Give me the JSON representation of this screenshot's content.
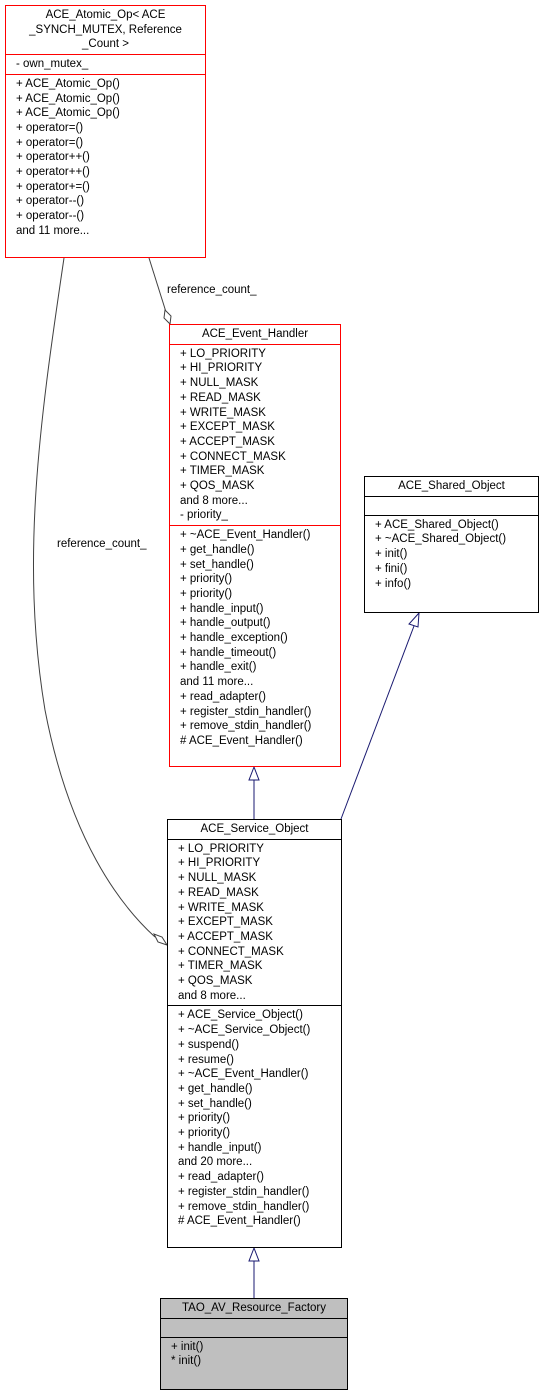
{
  "classes": {
    "atomic_op": {
      "title": [
        "ACE_Atomic_Op< ACE",
        "_SYNCH_MUTEX, Reference",
        "_Count >"
      ],
      "attributes": [
        "- own_mutex_"
      ],
      "methods": [
        "+ ACE_Atomic_Op()",
        "+ ACE_Atomic_Op()",
        "+ ACE_Atomic_Op()",
        "+ operator=()",
        "+ operator=()",
        "+ operator++()",
        "+ operator++()",
        "+ operator+=()",
        "+ operator--()",
        "+ operator--()",
        "and 11 more..."
      ]
    },
    "event_handler": {
      "title": [
        "ACE_Event_Handler"
      ],
      "attributes": [
        "+ LO_PRIORITY",
        "+ HI_PRIORITY",
        "+ NULL_MASK",
        "+ READ_MASK",
        "+ WRITE_MASK",
        "+ EXCEPT_MASK",
        "+ ACCEPT_MASK",
        "+ CONNECT_MASK",
        "+ TIMER_MASK",
        "+ QOS_MASK",
        "and 8 more...",
        "- priority_"
      ],
      "methods": [
        "+ ~ACE_Event_Handler()",
        "+ get_handle()",
        "+ set_handle()",
        "+ priority()",
        "+ priority()",
        "+ handle_input()",
        "+ handle_output()",
        "+ handle_exception()",
        "+ handle_timeout()",
        "+ handle_exit()",
        "and 11 more...",
        "+ read_adapter()",
        "+ register_stdin_handler()",
        "+ remove_stdin_handler()",
        "# ACE_Event_Handler()"
      ]
    },
    "shared_object": {
      "title": [
        "ACE_Shared_Object"
      ],
      "attributes": [],
      "methods": [
        "+ ACE_Shared_Object()",
        "+ ~ACE_Shared_Object()",
        "+ init()",
        "+ fini()",
        "+ info()"
      ]
    },
    "service_object": {
      "title": [
        "ACE_Service_Object"
      ],
      "attributes": [
        "+ LO_PRIORITY",
        "+ HI_PRIORITY",
        "+ NULL_MASK",
        "+ READ_MASK",
        "+ WRITE_MASK",
        "+ EXCEPT_MASK",
        "+ ACCEPT_MASK",
        "+ CONNECT_MASK",
        "+ TIMER_MASK",
        "+ QOS_MASK",
        "and 8 more..."
      ],
      "methods": [
        "+ ACE_Service_Object()",
        "+ ~ACE_Service_Object()",
        "+ suspend()",
        "+ resume()",
        "+ ~ACE_Event_Handler()",
        "+ get_handle()",
        "+ set_handle()",
        "+ priority()",
        "+ priority()",
        "+ handle_input()",
        "and 20 more...",
        "+ read_adapter()",
        "+ register_stdin_handler()",
        "+ remove_stdin_handler()",
        "# ACE_Event_Handler()"
      ]
    },
    "resource_factory": {
      "title": [
        "TAO_AV_Resource_Factory"
      ],
      "attributes": [],
      "methods": [
        "+ init()",
        "* init()"
      ]
    }
  },
  "edge_labels": {
    "reference_count_upper": "reference_count_",
    "reference_count_left": "reference_count_"
  },
  "colors": {
    "highlight_border": "#ff0000",
    "inheritance_edge": "#191970",
    "association_edge": "#404040",
    "focus_fill": "#bfbfbf"
  }
}
